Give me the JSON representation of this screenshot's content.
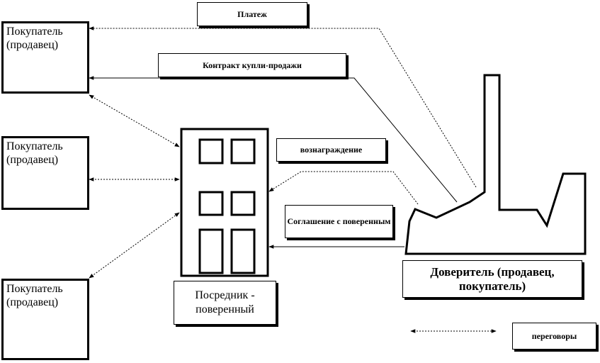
{
  "parties": {
    "buyer_top": "Покупатель (продавец)",
    "buyer_mid": "Покупатель (продавец)",
    "buyer_bottom": "Покупатель (продавец)"
  },
  "labels": {
    "payment": "Платеж",
    "contract": "Контракт купли-продажи",
    "reward": "вознаграждение",
    "agreement": "Соглашение с поверенным",
    "intermediary": "Посредник - поверенный",
    "principal": "Доверитель (продавец, покупатель)",
    "negotiations": "переговоры"
  }
}
